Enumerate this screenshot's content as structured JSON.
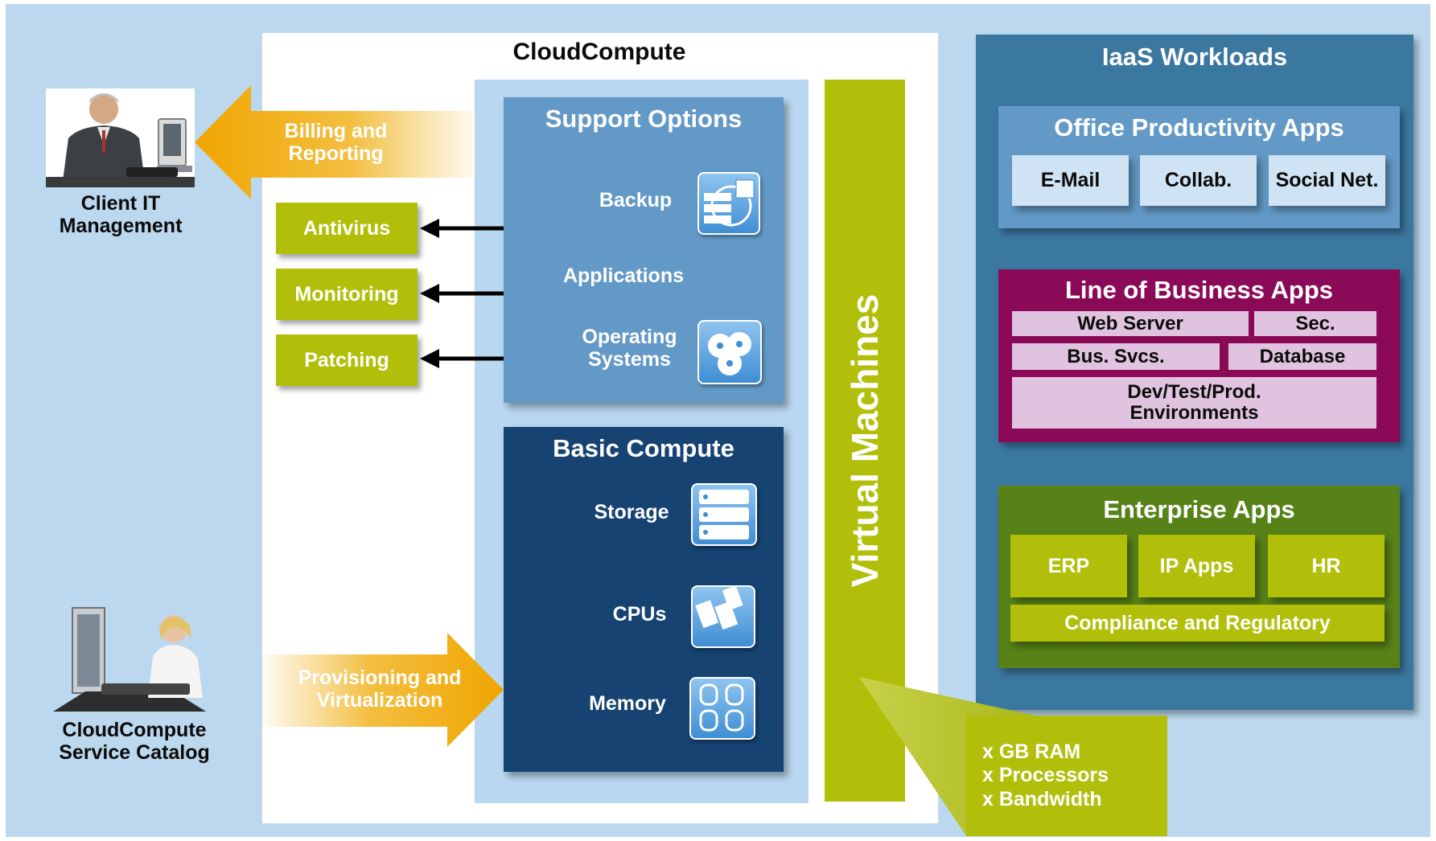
{
  "title": "CloudCompute",
  "client": {
    "label_line1": "Client IT",
    "label_line2": "Management"
  },
  "catalog": {
    "label_line1": "CloudCompute",
    "label_line2": "Service Catalog"
  },
  "billing": {
    "line1": "Billing and",
    "line2": "Reporting"
  },
  "provisioning": {
    "line1": "Provisioning and",
    "line2": "Virtualization"
  },
  "services": [
    "Antivirus",
    "Monitoring",
    "Patching"
  ],
  "support": {
    "title": "Support Options",
    "backup": "Backup",
    "applications": "Applications",
    "os_line1": "Operating",
    "os_line2": "Systems"
  },
  "basic": {
    "title": "Basic Compute",
    "storage": "Storage",
    "cpus": "CPUs",
    "memory": "Memory"
  },
  "vm": {
    "label": "Virtual Machines"
  },
  "specs": [
    "x GB RAM",
    "x Processors",
    "x Bandwidth"
  ],
  "iaas": {
    "title": "IaaS Workloads",
    "office": {
      "title": "Office Productivity Apps",
      "items": [
        "E-Mail",
        "Collab.",
        "Social Net."
      ]
    },
    "lob": {
      "title": "Line of Business Apps",
      "web": "Web Server",
      "sec": "Sec.",
      "bus": "Bus. Svcs.",
      "db": "Database",
      "env_line1": "Dev/Test/Prod.",
      "env_line2": "Environments"
    },
    "enterprise": {
      "title": "Enterprise Apps",
      "items": [
        "ERP",
        "IP Apps",
        "HR"
      ],
      "compliance": "Compliance and Regulatory"
    }
  },
  "colors": {
    "background": "#bcd8ee",
    "green": "#b2bf0a",
    "orange": "#f0a500",
    "support_blue": "#6399c6",
    "basic_navy": "#164372",
    "iaas_teal": "#3b78a0",
    "lob_magenta": "#8b0a57",
    "enterprise_green": "#578218"
  }
}
